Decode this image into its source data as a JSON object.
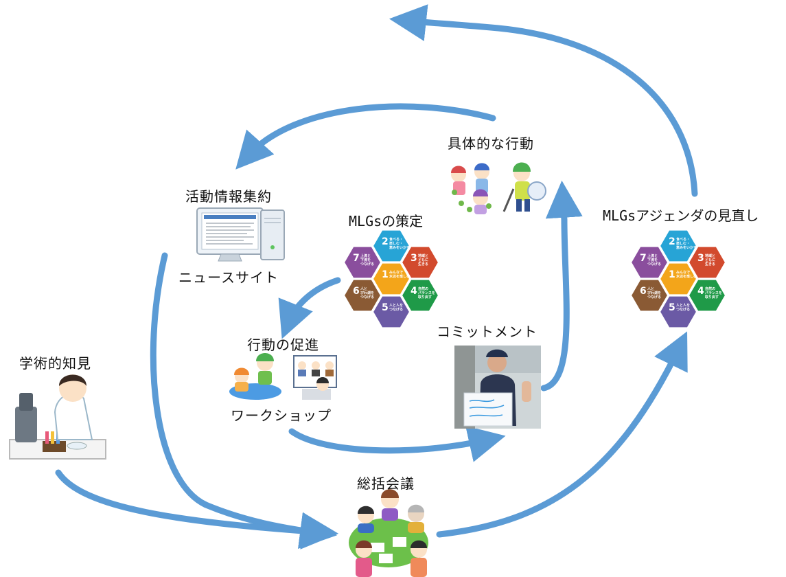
{
  "labels": {
    "gutai_koudou": "具体的な行動",
    "katsudou_jouhou": "活動情報集約",
    "news_site": "ニュースサイト",
    "mlgs_sakutei": "MLGsの策定",
    "mlgs_agenda": "MLGsアジェンダの見直し",
    "koudou_sokushin": "行動の促進",
    "workshop": "ワークショップ",
    "commitment": "コミットメント",
    "gakujutsu": "学術的知見",
    "soukatsu": "総括会議"
  },
  "mlg_goals": [
    {
      "num": "1",
      "text": "みんなで 水辺を楽しむ",
      "color": "#f3a51a"
    },
    {
      "num": "2",
      "text": "食べる・ 楽しむ・ 恵みをいかす",
      "color": "#27a4d6"
    },
    {
      "num": "3",
      "text": "地域と ともに 生きる",
      "color": "#d24a2d"
    },
    {
      "num": "4",
      "text": "自然の バランスを 取り戻す",
      "color": "#1f9a48"
    },
    {
      "num": "5",
      "text": "人と人を つなげる",
      "color": "#6b5aa5"
    },
    {
      "num": "6",
      "text": "人と びわ湖を つなげる",
      "color": "#8a5a34"
    },
    {
      "num": "7",
      "text": "上流と 下流を つなげる",
      "color": "#8a4e9d"
    }
  ],
  "colors": {
    "arrow": "#5b9bd5",
    "text": "#111111"
  },
  "icons": [
    "scientist-illustration",
    "computer-illustration",
    "children-activity-illustration",
    "cleanup-illustration",
    "meeting-illustration",
    "workshop-illustration",
    "commitment-photo"
  ]
}
